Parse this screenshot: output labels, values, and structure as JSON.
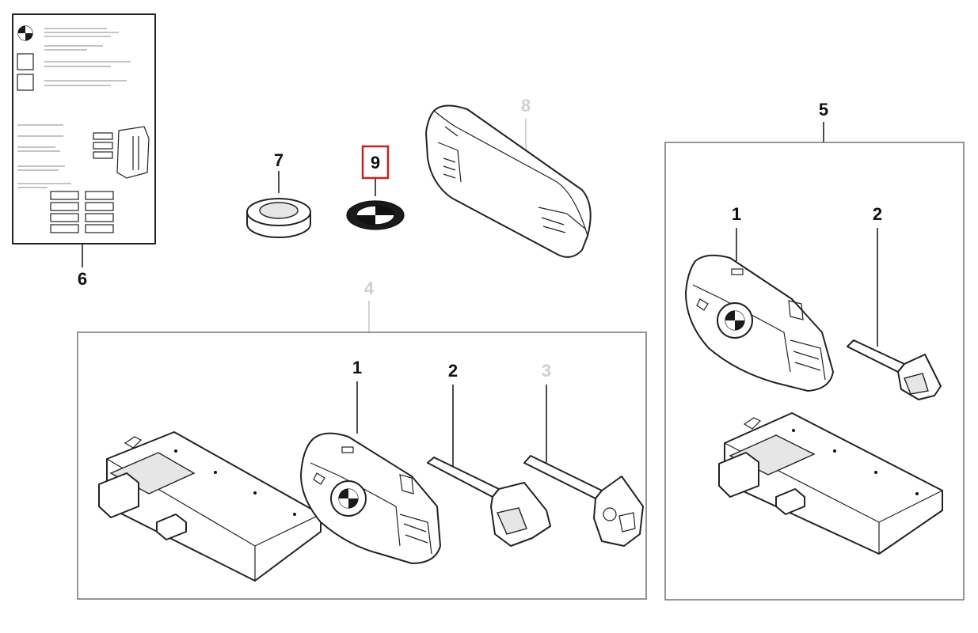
{
  "diagram": {
    "callouts": {
      "n1_main": "1",
      "n2_main": "2",
      "n3_main": "3",
      "n4": "4",
      "n5": "5",
      "n6": "6",
      "n7": "7",
      "n8": "8",
      "n9": "9",
      "n1_kit5": "1",
      "n2_kit5": "2"
    },
    "selected_callout": "9",
    "colors": {
      "selected_outline": "#c82020",
      "unavailable_label": "#cfcfcf",
      "label": "#111111"
    }
  }
}
